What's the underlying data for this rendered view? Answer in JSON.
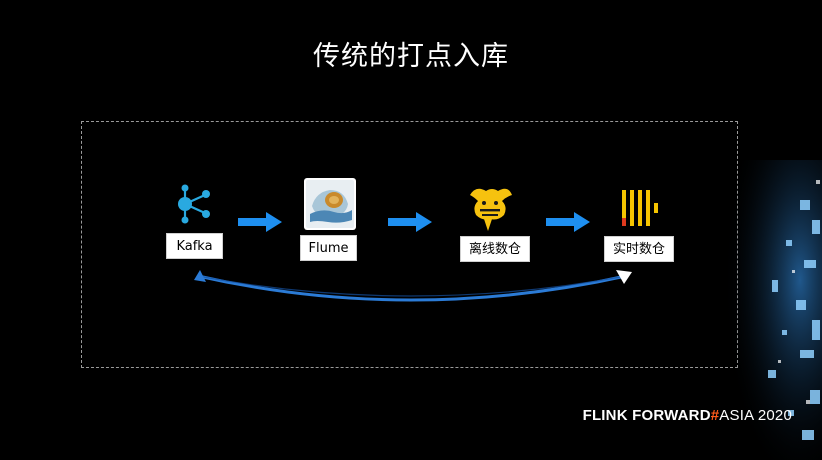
{
  "title": "传统的打点入库",
  "nodes": [
    {
      "id": "kafka",
      "label": "Kafka",
      "icon": "kafka-icon"
    },
    {
      "id": "flume",
      "label": "Flume",
      "icon": "flume-icon"
    },
    {
      "id": "hive",
      "label": "离线数仓",
      "icon": "hive-icon"
    },
    {
      "id": "clickhouse",
      "label": "实时数仓",
      "icon": "clickhouse-icon"
    }
  ],
  "colors": {
    "background": "#000000",
    "arrow": "#1e8ff0",
    "arc": "#2b7bd6",
    "kafka_icon": "#29a9e0",
    "hive_icon": "#f6c20f",
    "clickhouse_bars": "#f5c400",
    "clickhouse_accent": "#e03a1e",
    "brand_hash": "#ff5b1a"
  },
  "brand": {
    "flink": "FLINK",
    "forward": "FORWARD",
    "hash": "#",
    "asia": "ASIA 2020"
  }
}
